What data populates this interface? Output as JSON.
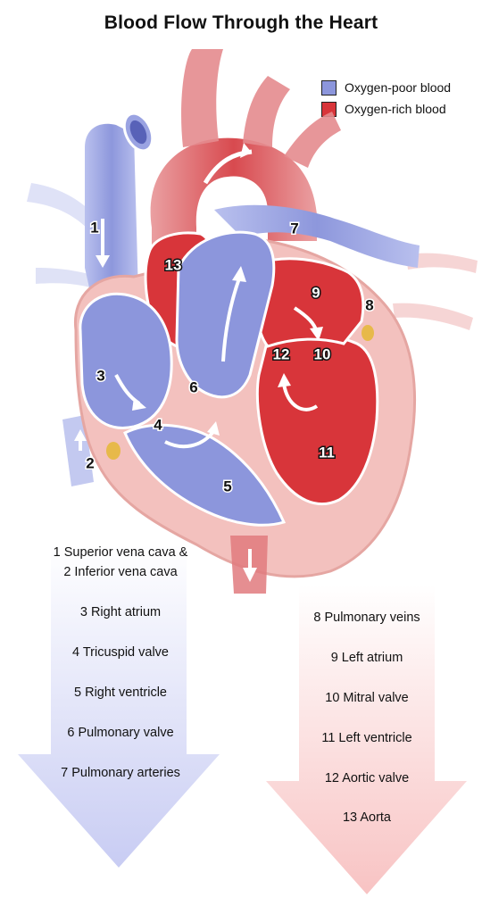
{
  "title": "Blood Flow Through the Heart",
  "legend": [
    {
      "label": "Oxygen-poor blood",
      "color": "#8c96dc"
    },
    {
      "label": "Oxygen-rich blood",
      "color": "#d8353a"
    }
  ],
  "diagram_numbers": [
    "1",
    "2",
    "3",
    "4",
    "5",
    "6",
    "7",
    "8",
    "9",
    "10",
    "11",
    "12",
    "13"
  ],
  "left_steps": [
    "1 Superior vena cava &",
    "2 Inferior vena cava",
    "3 Right atrium",
    "4 Tricuspid valve",
    "5 Right ventricle",
    "6 Pulmonary valve",
    "7 Pulmonary arteries"
  ],
  "right_steps": [
    "8 Pulmonary veins",
    "9 Left atrium",
    "10 Mitral valve",
    "11 Left ventricle",
    "12 Aortic valve",
    "13 Aorta"
  ],
  "colors": {
    "oxygen_poor": "#8c96dc",
    "oxygen_rich": "#d8353a",
    "muscle": "#f4c3c0",
    "left_arrow": "#c9cdf4",
    "right_arrow": "#f9c6c6"
  }
}
